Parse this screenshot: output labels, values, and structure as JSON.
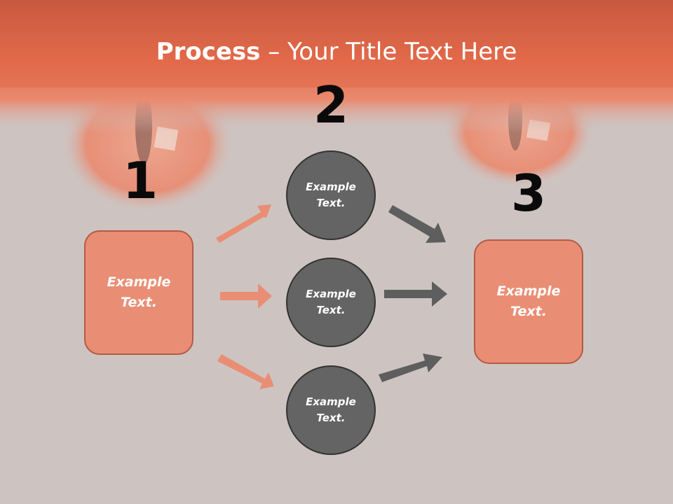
{
  "title": {
    "bold": "Process",
    "rest": " – Your Title Text Here"
  },
  "steps": {
    "one": "1",
    "two": "2",
    "three": "3"
  },
  "left_box": {
    "text": "Example Text."
  },
  "right_box": {
    "text": "Example Text."
  },
  "circles": [
    {
      "text": "Example Text."
    },
    {
      "text": "Example Text."
    },
    {
      "text": "Example Text."
    }
  ],
  "colors": {
    "header": "#e2694a",
    "box_fill": "#e98e74",
    "circle_fill": "#646464",
    "arrow_left": "#e98e74",
    "arrow_right": "#5e5e5e"
  }
}
